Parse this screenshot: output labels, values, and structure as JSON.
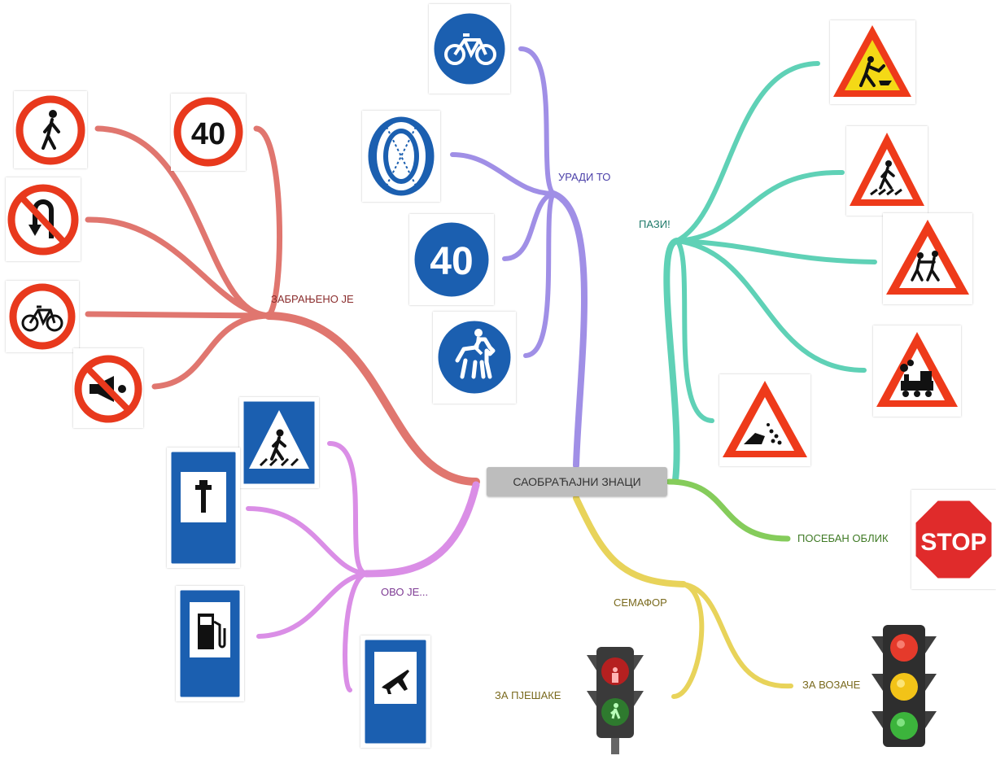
{
  "central_topic": "САОБРАЋАЈНИ ЗНАЦИ",
  "branches": {
    "forbidden": {
      "label": "ЗАБРАЊЕНО ЈЕ",
      "color": "#e0766f",
      "sign_text_40": "40"
    },
    "do_this": {
      "label": "УРАДИ ТО",
      "color": "#a08fe6",
      "sign_text_40": "40"
    },
    "caution": {
      "label": "ПАЗИ!",
      "color": "#5fd1b6"
    },
    "this_is": {
      "label": "ОВО ЈЕ...",
      "color": "#da8ee6"
    },
    "special": {
      "label": "ПОСЕБАН ОБЛИК",
      "color": "#85cc5b",
      "sign_text": "STOP"
    },
    "traffic_light": {
      "label": "СЕМАФОР",
      "color": "#e8d35a",
      "pedestrians_label": "ЗА ПЈЕШАКЕ",
      "drivers_label": "ЗА ВОЗАЧЕ"
    }
  },
  "label_colors": {
    "forbidden": "#8b2e2e",
    "do_this": "#4a3fa8",
    "caution": "#1f7a6a",
    "this_is": "#7e3b94",
    "special": "#3f7a25",
    "traffic_light": "#7a6a1e"
  },
  "icons": {
    "forbidden": [
      "no-pedestrians-sign-icon",
      "speed-limit-40-sign-icon",
      "no-u-turn-sign-icon",
      "no-bicycles-sign-icon",
      "no-horn-sign-icon"
    ],
    "do_this": [
      "bicycle-path-sign-icon",
      "snow-chains-sign-icon",
      "minimum-speed-40-sign-icon",
      "horse-riders-sign-icon"
    ],
    "caution": [
      "road-works-sign-icon",
      "pedestrian-crossing-warning-icon",
      "children-warning-icon",
      "train-crossing-warning-icon",
      "loose-gravel-warning-icon"
    ],
    "this_is": [
      "crosswalk-sign-icon",
      "service-station-sign-icon",
      "fuel-station-sign-icon",
      "airport-sign-icon"
    ],
    "special": [
      "stop-sign-icon"
    ],
    "traffic_light": [
      "pedestrian-traffic-light-icon",
      "vehicle-traffic-light-icon"
    ]
  }
}
